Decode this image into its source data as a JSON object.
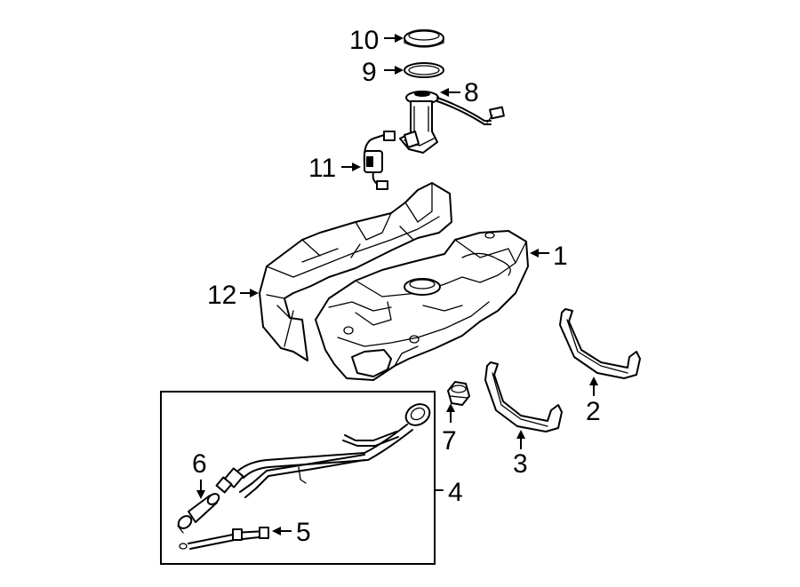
{
  "callouts": {
    "p1": "1",
    "p2": "2",
    "p3": "3",
    "p4": "4",
    "p5": "5",
    "p6": "6",
    "p7": "7",
    "p8": "8",
    "p9": "9",
    "p10": "10",
    "p11": "11",
    "p12": "12"
  },
  "colors": {
    "line": "#000000",
    "background": "#ffffff"
  }
}
